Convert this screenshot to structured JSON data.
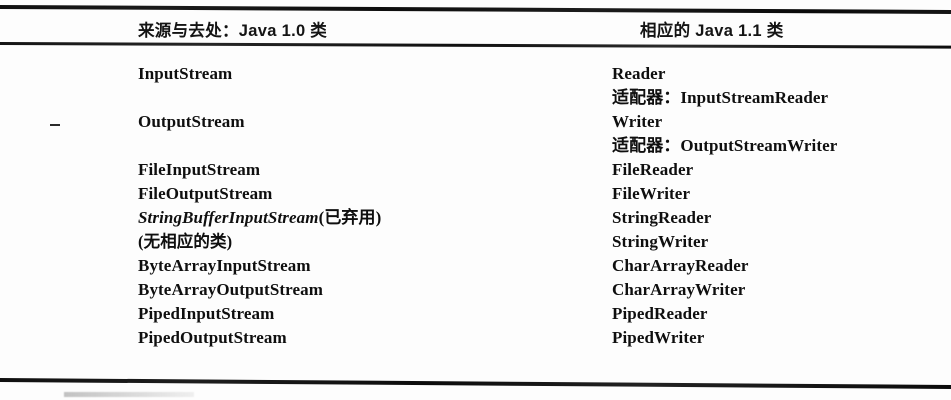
{
  "table": {
    "headers": {
      "left": "来源与去处：Java 1.0 类",
      "right": "相应的 Java 1.1 类"
    },
    "left_column": [
      {
        "text": "InputStream",
        "style": "bold"
      },
      {
        "text": "",
        "style": "blank"
      },
      {
        "text": "OutputStream",
        "style": "bold"
      },
      {
        "text": "",
        "style": "blank"
      },
      {
        "text": "FileInputStream",
        "style": "bold"
      },
      {
        "text": "FileOutputStream",
        "style": "bold"
      },
      {
        "text": "StringBufferInputStream(已弃用)",
        "style": "bold-italic"
      },
      {
        "text": "(无相应的类)",
        "style": "plain"
      },
      {
        "text": "ByteArrayInputStream",
        "style": "bold"
      },
      {
        "text": "ByteArrayOutputStream",
        "style": "bold"
      },
      {
        "text": "PipedInputStream",
        "style": "bold"
      },
      {
        "text": "PipedOutputStream",
        "style": "bold"
      }
    ],
    "right_column": [
      {
        "text": "Reader",
        "style": "bold"
      },
      {
        "text": "适配器：InputStreamReader",
        "style": "adapter"
      },
      {
        "text": "Writer",
        "style": "bold"
      },
      {
        "text": "适配器：OutputStreamWriter",
        "style": "adapter"
      },
      {
        "text": "FileReader",
        "style": "bold"
      },
      {
        "text": "FileWriter",
        "style": "bold"
      },
      {
        "text": "StringReader",
        "style": "bold"
      },
      {
        "text": "StringWriter",
        "style": "bold"
      },
      {
        "text": "CharArrayReader",
        "style": "bold"
      },
      {
        "text": "CharArrayWriter",
        "style": "bold"
      },
      {
        "text": "PipedReader",
        "style": "bold"
      },
      {
        "text": "PipedWriter",
        "style": "bold"
      }
    ],
    "colors": {
      "text": "#0f0f0f",
      "rule": "#0b0b0b",
      "page_background": "#fdfdfd"
    }
  }
}
